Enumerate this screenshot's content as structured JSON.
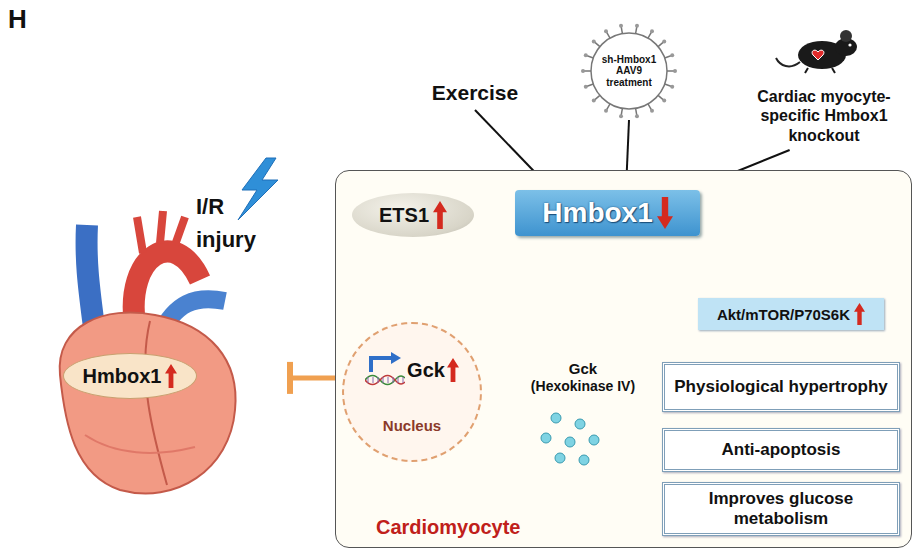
{
  "diagram": {
    "nodes": [
      {
        "text": [
          "Exercise"
        ]
      },
      {
        "text": [
          "sh-Hmbox1 AAV9 treatment"
        ]
      },
      {
        "text": [
          "Cardiac myocyte-specific Hmbox1 knockout"
        ]
      },
      {
        "text": [
          "Hmbox1"
        ]
      },
      {
        "text": [
          "Cardiomyocyte"
        ]
      },
      {
        "text": [
          "ETS1"
        ],
        "in": 4
      },
      {
        "text": [
          "Hmbox1"
        ],
        "in": 4
      },
      {
        "text": [
          "Akt/mTOR/P70S6K"
        ],
        "in": 4
      },
      {
        "text": [
          "Gck",
          "Nucleus"
        ],
        "in": 4
      },
      {
        "text": [
          "Gck",
          "(Hexokinase IV)"
        ],
        "in": 4
      },
      {
        "text": [
          "Physiological hypertrophy"
        ],
        "in": 4
      },
      {
        "text": [
          "Anti-apoptosis"
        ],
        "in": 4
      },
      {
        "text": [
          "Improves glucose metabolism"
        ],
        "in": 4
      }
    ],
    "edges": [
      {
        "from": 0,
        "to": 6,
        "arrow": "to"
      },
      {
        "from": 1,
        "to": 6,
        "arrow": "to"
      },
      {
        "from": 2,
        "to": 6,
        "arrow": "to"
      },
      {
        "from": 5,
        "to": 6,
        "arrow": "to"
      },
      {
        "from": 6,
        "to": 8,
        "arrow": "to"
      },
      {
        "from": 6,
        "to": 7,
        "arrow": "to"
      },
      {
        "from": 7,
        "to": 10,
        "arrow": "to"
      },
      {
        "from": 8,
        "to": 9,
        "arrow": "to"
      },
      {
        "from": 9,
        "to": 10,
        "arrow": "to"
      },
      {
        "from": 9,
        "to": 11,
        "arrow": "to"
      },
      {
        "from": 9,
        "to": 12,
        "arrow": "to"
      },
      {
        "from": 4,
        "to": 3,
        "arrow": "to"
      }
    ],
    "labels": [
      "H",
      "I/R injury"
    ]
  }
}
